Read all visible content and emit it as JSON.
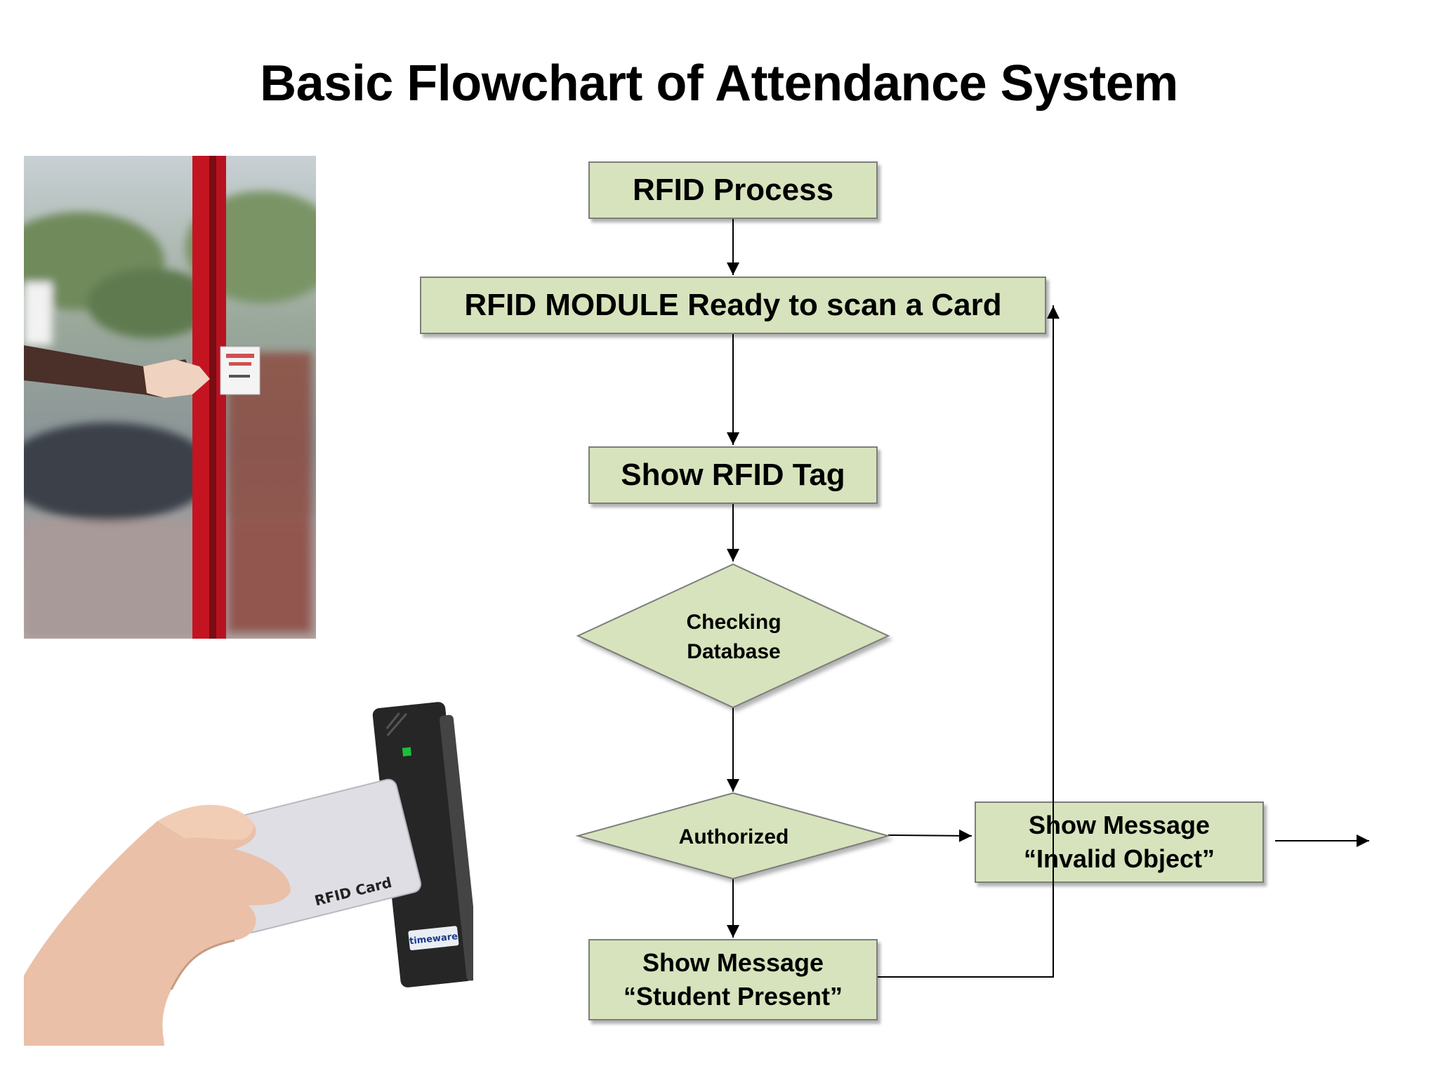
{
  "title": "Basic Flowchart of Attendance System",
  "nodes": {
    "rfid_process": "RFID Process",
    "module_ready": "RFID MODULE Ready to scan a Card",
    "show_tag": "Show RFID Tag",
    "checking_db": [
      "Checking",
      "Database"
    ],
    "authorized": "Authorized",
    "student_present": [
      "Show Message",
      "“Student Present”"
    ],
    "invalid_object": [
      "Show Message",
      "“Invalid Object”"
    ]
  },
  "photos": {
    "reader_card_label": "RFID Card",
    "reader_brand": "timeware"
  },
  "colors": {
    "box_fill": "#d6e3bc",
    "box_border": "#7d7d7d",
    "line": "#000000"
  }
}
